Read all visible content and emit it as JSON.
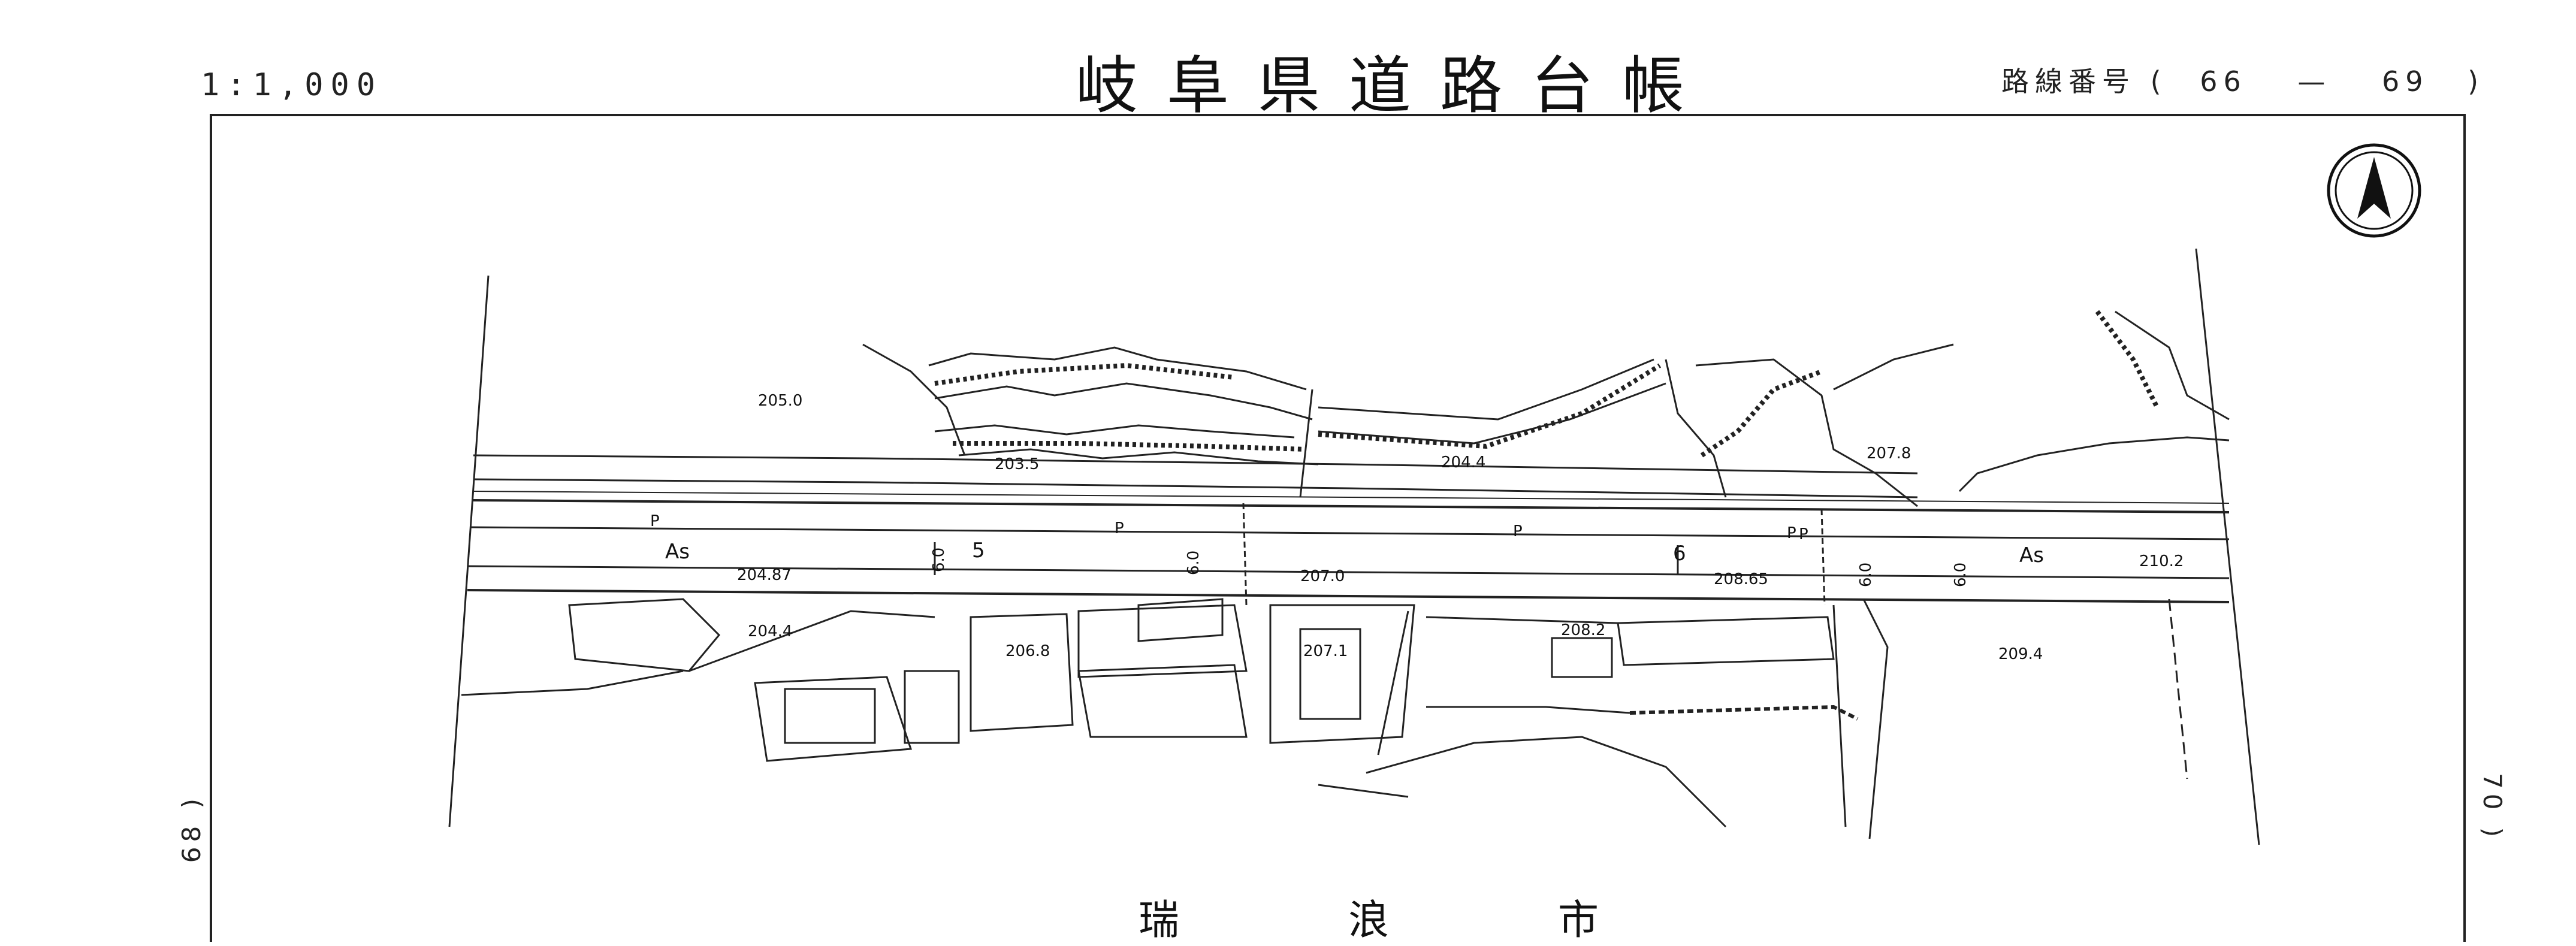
{
  "header": {
    "scale": "1:1,000",
    "title": "岐阜県道路台帳",
    "route_prefix": "路線番号",
    "route_open": "(",
    "route_from": "66",
    "route_dash": "—",
    "route_to": "69",
    "route_close": ")"
  },
  "sheet_refs": {
    "left": "68 )",
    "right": "70 )"
  },
  "city": {
    "chars": [
      "瑞",
      "浪",
      "市"
    ]
  },
  "map": {
    "surface_labels": [
      "As",
      "As"
    ],
    "station_labels": [
      "5",
      "6"
    ],
    "width_labels": [
      "6.0",
      "6.0",
      "6.0",
      "6.0"
    ],
    "pole_labels": [
      "P",
      "P",
      "P",
      "P",
      "P"
    ],
    "elevations": [
      "205.0",
      "203.5",
      "204.4",
      "207.8",
      "204.87",
      "207.0",
      "208.65",
      "210.2",
      "204.4",
      "206.8",
      "207.1",
      "208.2",
      "209.4"
    ]
  },
  "colors": {
    "ink": "#111111",
    "paper": "#ffffff"
  },
  "icons": {
    "north_arrow": "north-arrow-icon"
  }
}
